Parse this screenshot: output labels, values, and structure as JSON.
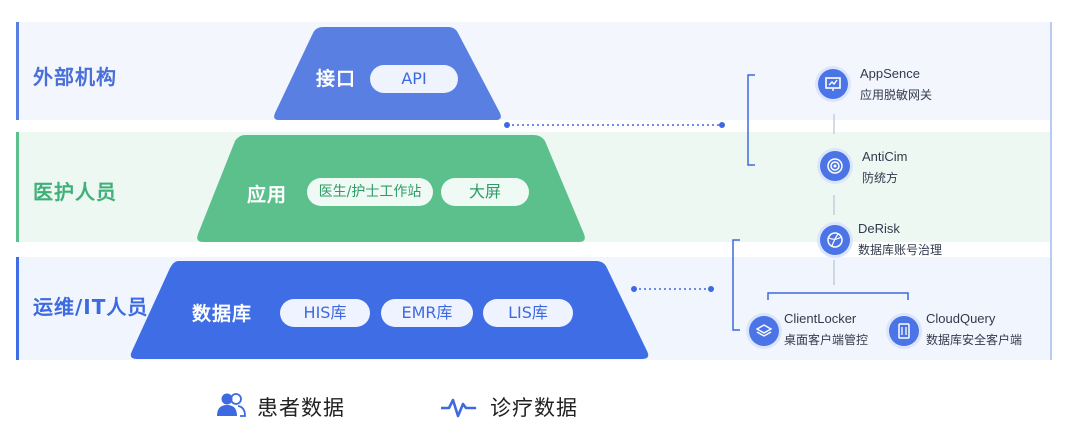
{
  "tiers": {
    "external": {
      "label": "外部机构",
      "title": "接口",
      "pills": [
        "API"
      ]
    },
    "medical": {
      "label": "医护人员",
      "title": "应用",
      "pills": [
        "医生/护士工作站",
        "大屏"
      ]
    },
    "ops": {
      "label": "运维/IT人员",
      "title": "数据库",
      "pills": [
        "HIS库",
        "EMR库",
        "LIS库"
      ]
    }
  },
  "products": [
    {
      "name": "AppSence",
      "desc": "应用脱敏网关",
      "icon": "presentation-chart-icon"
    },
    {
      "name": "AntiCim",
      "desc": "防统方",
      "icon": "target-icon"
    },
    {
      "name": "DeRisk",
      "desc": "数据库账号治理",
      "icon": "globe-network-icon"
    },
    {
      "name": "ClientLocker",
      "desc": "桌面客户端管控",
      "icon": "layers-icon"
    },
    {
      "name": "CloudQuery",
      "desc": "数据库安全客户端",
      "icon": "server-icon"
    }
  ],
  "legend": [
    {
      "label": "患者数据",
      "icon": "people-icon"
    },
    {
      "label": "诊疗数据",
      "icon": "pulse-icon"
    }
  ],
  "colors": {
    "blue_band": "#f1f5fd",
    "green_band": "#eef8f3",
    "top_trap": "#5a7fe3",
    "mid_trap": "#5cc08d",
    "bottom_trap": "#3f6de6",
    "accent_blue": "#3d6ae0",
    "accent_green": "#45b57f"
  }
}
